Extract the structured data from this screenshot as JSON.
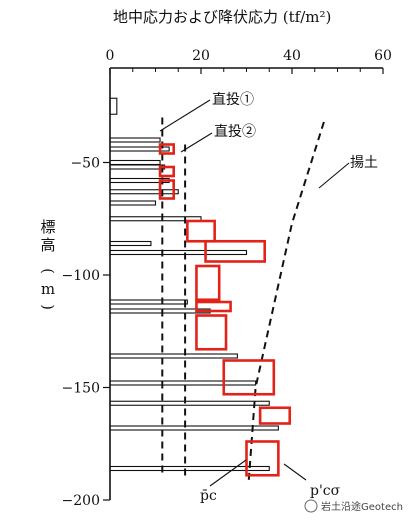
{
  "chart_data": {
    "type": "line",
    "title": "地中応力および降伏応力 (tf/m²)",
    "ylabel": "標高 (m)",
    "xlim": [
      0,
      60
    ],
    "ylim": [
      -200,
      -8
    ],
    "x_ticks": [
      {
        "value": 0,
        "label": "0"
      },
      {
        "value": 20,
        "label": "20"
      },
      {
        "value": 40,
        "label": "40"
      },
      {
        "value": 60,
        "label": "60"
      }
    ],
    "y_ticks": [
      {
        "value": -50,
        "label": "−50"
      },
      {
        "value": -100,
        "label": "−100"
      },
      {
        "value": -150,
        "label": "−150"
      },
      {
        "value": -200,
        "label": "−200"
      }
    ],
    "series": [
      {
        "name": "直投①",
        "style": "dashed",
        "points": [
          [
            11.5,
            -30
          ],
          [
            11.5,
            -190
          ]
        ]
      },
      {
        "name": "直投②",
        "style": "dashed",
        "points": [
          [
            16.5,
            -42
          ],
          [
            16.5,
            -190
          ]
        ]
      },
      {
        "name": "揚土",
        "style": "dashed",
        "points": [
          [
            47,
            -32
          ],
          [
            40,
            -77
          ],
          [
            32,
            -150
          ],
          [
            30.5,
            -191
          ]
        ]
      }
    ],
    "bars": [
      {
        "y": -25,
        "value": 1.5
      },
      {
        "y": -40,
        "value": 11
      },
      {
        "y": -44,
        "value": 13
      },
      {
        "y": -50,
        "value": 11
      },
      {
        "y": -52,
        "value": 12
      },
      {
        "y": -58,
        "value": 13
      },
      {
        "y": -63,
        "value": 15
      },
      {
        "y": -68,
        "value": 10
      },
      {
        "y": -75,
        "value": 20
      },
      {
        "y": -86,
        "value": 9
      },
      {
        "y": -90,
        "value": 30
      },
      {
        "y": -112,
        "value": 17
      },
      {
        "y": -116,
        "value": 22
      },
      {
        "y": -136,
        "value": 28
      },
      {
        "y": -148,
        "value": 32
      },
      {
        "y": -157,
        "value": 35
      },
      {
        "y": -168,
        "value": 37
      },
      {
        "y": -186,
        "value": 35
      }
    ],
    "highlight_boxes": [
      {
        "x": [
          11,
          14
        ],
        "y": [
          -42,
          -46
        ]
      },
      {
        "x": [
          11,
          14
        ],
        "y": [
          -52,
          -56
        ]
      },
      {
        "x": [
          11,
          14
        ],
        "y": [
          -58,
          -66
        ]
      },
      {
        "x": [
          17,
          23
        ],
        "y": [
          -76,
          -85
        ]
      },
      {
        "x": [
          21,
          34
        ],
        "y": [
          -85,
          -94
        ]
      },
      {
        "x": [
          19,
          24
        ],
        "y": [
          -96,
          -111
        ]
      },
      {
        "x": [
          19,
          26.5
        ],
        "y": [
          -112,
          -116
        ]
      },
      {
        "x": [
          19,
          25.5
        ],
        "y": [
          -118,
          -133
        ]
      },
      {
        "x": [
          25,
          36
        ],
        "y": [
          -138,
          -153
        ]
      },
      {
        "x": [
          33,
          39.5
        ],
        "y": [
          -159,
          -166
        ]
      },
      {
        "x": [
          30,
          37
        ],
        "y": [
          -174,
          -189
        ]
      }
    ],
    "annotations": [
      {
        "text": "直投①",
        "series": 0
      },
      {
        "text": "直投②",
        "series": 1
      },
      {
        "text": "揚土",
        "series": 2
      },
      {
        "text": "p̄c",
        "series": null
      },
      {
        "text": "p'cσ",
        "series": null
      }
    ]
  },
  "watermark": "岩土沿途Geotech",
  "colors": {
    "ink": "#111111",
    "highlight": "#e2231a"
  }
}
